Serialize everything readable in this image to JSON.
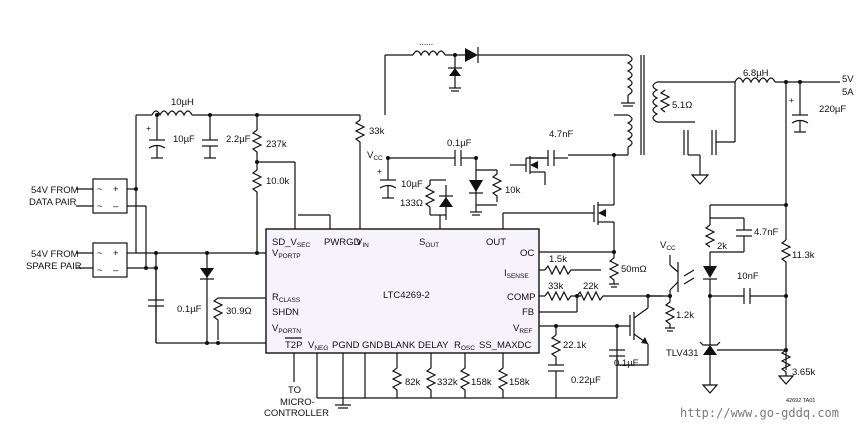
{
  "ic": {
    "name": "LTC4269-2",
    "pins": {
      "sd_vsec": "SD_V",
      "sd_vsec_sub": "SEC",
      "pwrgd": "PWRGD",
      "vin": "V",
      "vin_sub": "IN",
      "vportp": "V",
      "vportp_sub": "PORTP",
      "sout": "S",
      "sout_sub": "OUT",
      "out": "OUT",
      "oc": "OC",
      "isense": "I",
      "isense_sub": "SENSE",
      "comp": "COMP",
      "fb": "FB",
      "vref": "V",
      "vref_sub": "REF",
      "rclass": "R",
      "rclass_sub": "CLASS",
      "shdn": "SHDN",
      "vportn": "V",
      "vportn_sub": "PORTN",
      "t2p": "T2P",
      "vneg": "V",
      "vneg_sub": "NEG",
      "pgnd": "PGND",
      "gnd": "GND",
      "blank": "BLANK",
      "delay": "DELAY",
      "rosc": "R",
      "rosc_sub": "OSC",
      "ss_maxdc": "SS_MAXDC"
    }
  },
  "inputs": {
    "data_pair_line1": "54V FROM",
    "data_pair_line2": "DATA PAIR",
    "spare_pair_line1": "54V FROM",
    "spare_pair_line2": "SPARE PAIR",
    "mc_line1": "TO",
    "mc_line2": "MICRO-",
    "mc_line3": "CONTROLLER"
  },
  "bridge": {
    "ac": "~",
    "plus": "+",
    "minus": "–"
  },
  "components": {
    "l_in": "10µH",
    "c_in1": "10µF",
    "c_in2": "2.2µF",
    "r237k": "237k",
    "r10k_top": "10.0k",
    "r33k": "33k",
    "vcc": "V",
    "vcc_sub": "CC",
    "c01_top": "0.1µF",
    "c47_top": "4.7nF",
    "c10u_vcc": "10µF",
    "r133": "133Ω",
    "r10k_mid": "10k",
    "c01_left": "0.1µF",
    "r309": "30.9Ω",
    "r15k": "1.5k",
    "r33k_fb": "33k",
    "r22k": "22k",
    "r50m": "50mΩ",
    "r221k": "22.1k",
    "c022": "0.22µF",
    "c01_right": "0.1µF",
    "r82k": "82k",
    "r332k": "332k",
    "r158k_a": "158k",
    "r158k_b": "158k",
    "r51": "5.1Ω",
    "l_out": "6.8µH",
    "c220": "220µF",
    "out_v": "5V",
    "out_a": "5A",
    "r2k": "2k",
    "c47_right": "4.7nF",
    "c10n": "10nF",
    "r113k": "11.3k",
    "r12k": "1.2k",
    "tlv": "TLV431",
    "r365k": "3.65k",
    "l_dots": "......",
    "c_plus": "+"
  },
  "footer": {
    "code": "42692 TA01",
    "url": "http://www.go-gddq.com"
  }
}
